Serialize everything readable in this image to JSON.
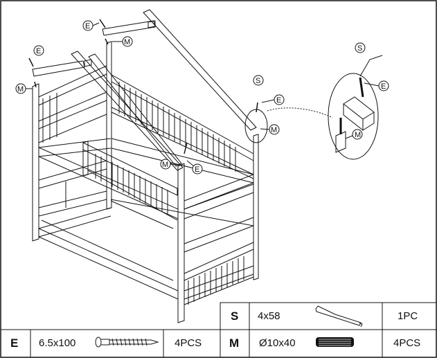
{
  "callouts": {
    "s": "S",
    "e": "E",
    "m": "M"
  },
  "parts": [
    {
      "key": "S",
      "size": "4x58",
      "icon": "allen-key-icon",
      "qty": "1PC"
    },
    {
      "key": "E",
      "size": "6.5x100",
      "icon": "screw-icon",
      "qty": "4PCS"
    },
    {
      "key": "M",
      "size": "Ø10x40",
      "icon": "dowel-icon",
      "qty": "4PCS"
    }
  ],
  "colors": {
    "line": "#111111",
    "background": "#ffffff"
  }
}
